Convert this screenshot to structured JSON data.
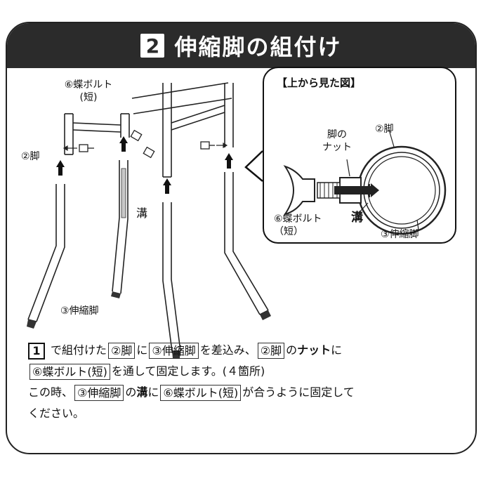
{
  "header": {
    "step": "2",
    "title": "伸縮脚の組付け"
  },
  "figure_labels": {
    "bolt_short": "⑥蝶ボルト\n(短)",
    "leg": "②脚",
    "groove": "溝",
    "extension_leg": "③伸縮脚"
  },
  "inset": {
    "title": "【上から見た図】",
    "leg": "②脚",
    "leg_nut": "脚の\nナット",
    "groove": "溝",
    "bolt_short": "⑥蝶ボルト\n（短）",
    "extension_leg": "③伸縮脚"
  },
  "instructions": {
    "step_num": "1",
    "line1": {
      "a": "で組付けた",
      "tag1": "②脚",
      "b": "に",
      "tag2": "③伸縮脚",
      "c": "を差込み、",
      "tag3": "②脚",
      "d": "の",
      "strong": "ナット",
      "e": "に"
    },
    "line2": {
      "tag1": "⑥蝶ボルト(短)",
      "a": "を通して固定します。(４箇所)"
    },
    "line3": {
      "a": "この時、",
      "tag1": "③伸縮脚",
      "b": "の",
      "strong": "溝",
      "c": "に",
      "tag2": "⑥蝶ボルト(短)",
      "d": "が合うように固定して"
    },
    "line4": {
      "a": "ください。"
    }
  }
}
